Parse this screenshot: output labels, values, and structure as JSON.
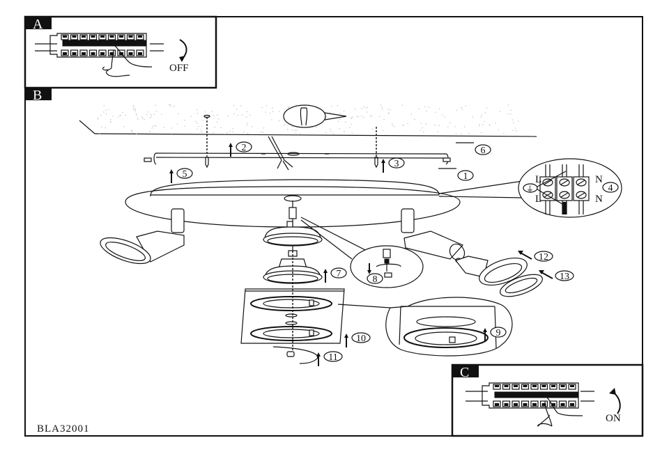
{
  "document": {
    "model_code": "BLA32001",
    "panels": {
      "A": {
        "tag": "A",
        "action_label": "OFF",
        "description": "power-switch-off"
      },
      "B": {
        "tag": "B",
        "description": "installation-steps"
      },
      "C": {
        "tag": "C",
        "action_label": "ON",
        "description": "power-switch-on"
      }
    },
    "step_callouts": [
      "1",
      "2",
      "3",
      "4",
      "5",
      "6",
      "7",
      "8",
      "9",
      "10",
      "11",
      "12",
      "13"
    ],
    "terminal_labels": {
      "live_top": "L",
      "live_bottom": "L",
      "neutral_top": "N",
      "neutral_bottom": "N",
      "earth_symbol": "⏚"
    },
    "colors": {
      "ink": "#111111",
      "paper": "#ffffff"
    }
  }
}
